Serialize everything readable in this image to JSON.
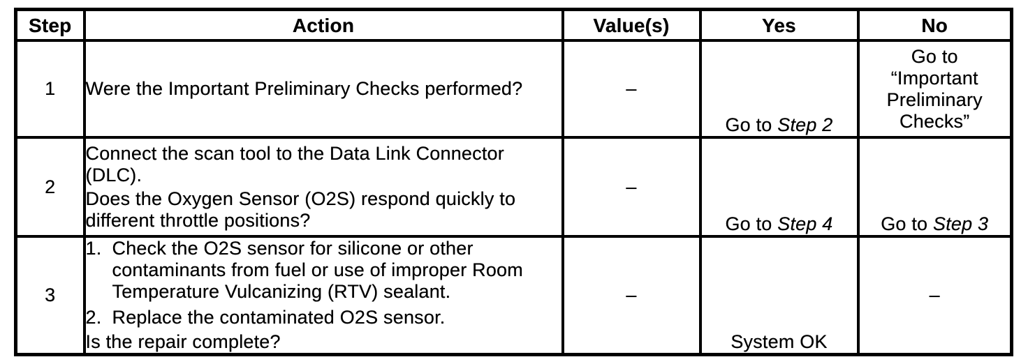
{
  "table": {
    "headers": {
      "step": "Step",
      "action": "Action",
      "values": "Value(s)",
      "yes": "Yes",
      "no": "No"
    },
    "rows": [
      {
        "step": "1",
        "action": {
          "text": "Were the Important Preliminary Checks performed?"
        },
        "value": "–",
        "yes": {
          "prefix": "Go to ",
          "step_ref": "Step 2"
        },
        "no": {
          "text": "Go to “Important Preliminary Checks”"
        }
      },
      {
        "step": "2",
        "action": {
          "paragraphs": [
            "Connect the scan tool to the Data Link Connector (DLC).",
            "Does the Oxygen Sensor (O2S) respond quickly to different throttle positions?"
          ]
        },
        "value": "–",
        "yes": {
          "prefix": "Go to ",
          "step_ref": "Step 4"
        },
        "no": {
          "prefix": "Go to ",
          "step_ref": "Step 3"
        }
      },
      {
        "step": "3",
        "action": {
          "list": [
            {
              "num": "1.",
              "text": "Check the O2S sensor for silicone or other contaminants from fuel or use of improper Room Temperature Vulcanizing (RTV) sealant."
            },
            {
              "num": "2.",
              "text": "Replace the contaminated O2S sensor."
            }
          ],
          "question": "Is the repair complete?"
        },
        "value": "–",
        "yes": {
          "text": "System OK"
        },
        "no": {
          "text": "–"
        }
      }
    ]
  }
}
